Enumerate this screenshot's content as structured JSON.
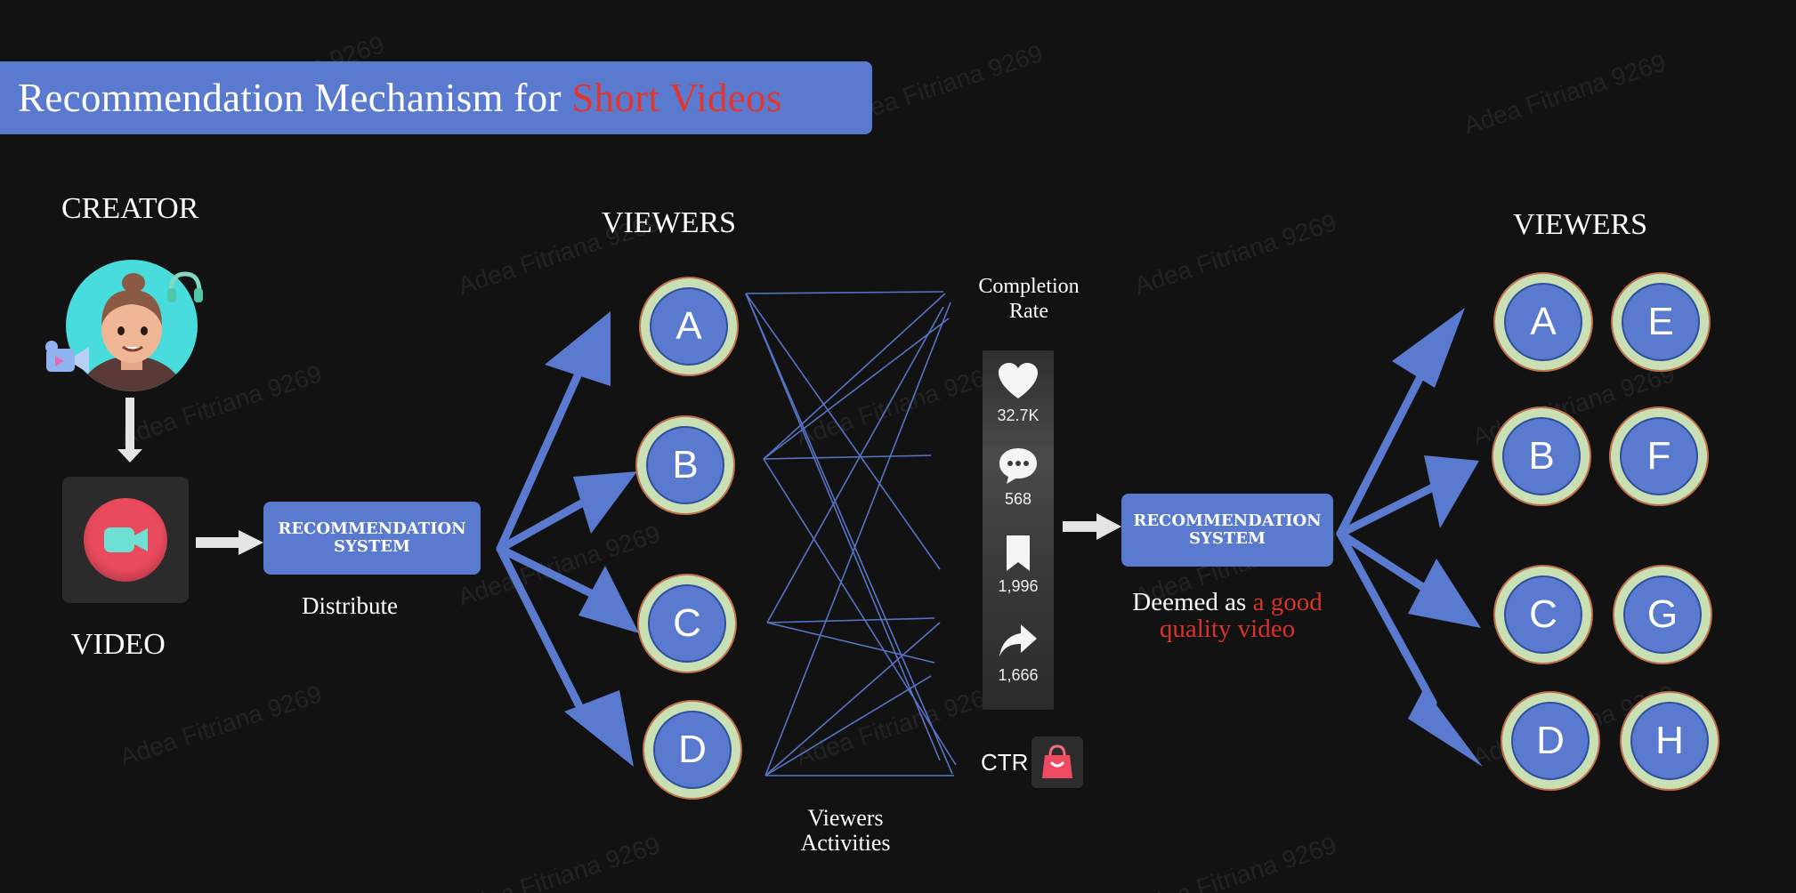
{
  "title": {
    "prefix": "Recommendation Mechanism for",
    "highlight": "Short Videos"
  },
  "creator": {
    "label": "CREATOR",
    "video_label": "VIDEO"
  },
  "first_system": {
    "line1": "RECOMMENDATION",
    "line2": "SYSTEM",
    "caption": "Distribute"
  },
  "viewers_initial": {
    "label": "VIEWERS",
    "nodes": [
      "A",
      "B",
      "C",
      "D"
    ]
  },
  "activities": {
    "line1": "Viewers",
    "line2": "Activities"
  },
  "metrics": {
    "completion_line1": "Completion",
    "completion_line2": "Rate",
    "likes": "32.7K",
    "comments": "568",
    "saves": "1,996",
    "shares": "1,666",
    "ctr": "CTR"
  },
  "second_system": {
    "line1": "RECOMMENDATION",
    "line2": "SYSTEM",
    "verdict_prefix": "Deemed as",
    "verdict_highlight_1": "a good",
    "verdict_highlight_2": "quality video"
  },
  "viewers_expanded": {
    "label": "VIEWERS",
    "nodes": [
      "A",
      "E",
      "B",
      "F",
      "C",
      "G",
      "D",
      "H"
    ]
  },
  "watermark": "Adea Fitriana 9269",
  "colors": {
    "background": "#121212",
    "accent_blue": "#5a7ad0",
    "highlight_red": "#e2362d",
    "node_ring": "#c8e0b4"
  }
}
